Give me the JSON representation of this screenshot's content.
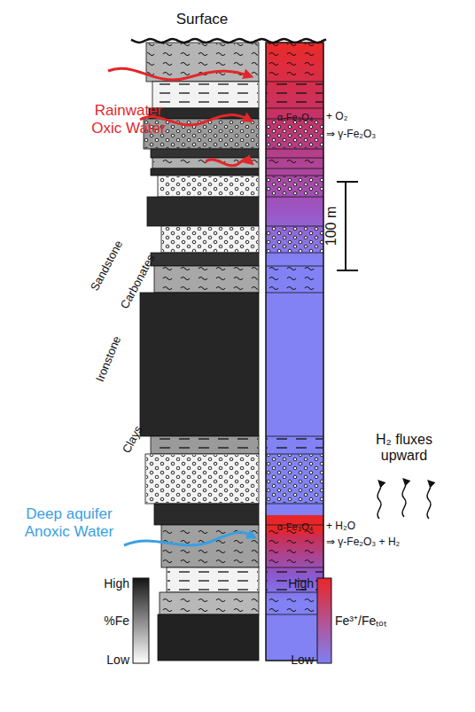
{
  "diagram": {
    "labels": [
      "Surface",
      "Rainwater Oxic Water",
      "α-Fe₃O₄",
      "+ O₂",
      "⇒ γ-Fe₂O₃",
      "100 m",
      "Sandstone",
      "Carbonates",
      "Ironstone",
      "Clays",
      "H₂ fluxes upward",
      "Deep aquifer Anoxic Water",
      "α-Fe₃O₄",
      "+ H₂O",
      "⇒ γ-Fe₂O₃ + H₂",
      "High",
      "%Fe",
      "Low",
      "High",
      "Fe³⁺/Feₜₒₜ",
      "Low"
    ]
  }
}
